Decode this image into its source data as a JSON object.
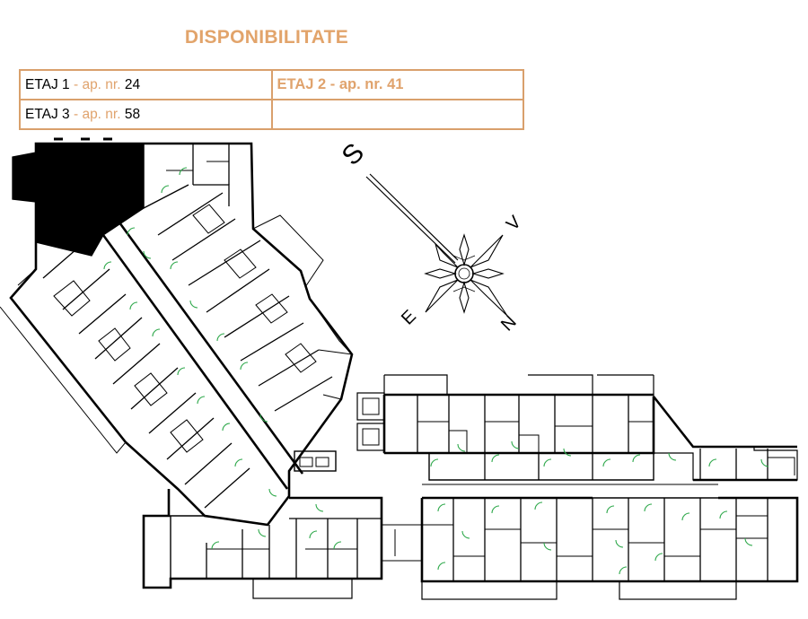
{
  "title": "DISPONIBILITATE",
  "availability": [
    {
      "floor": "ETAJ 1",
      "separator": " - ap. nr. ",
      "number": "24"
    },
    {
      "floor": "ETAJ 2",
      "separator": " - ap. nr. ",
      "number": "41"
    },
    {
      "floor": "ETAJ 3",
      "separator": " - ap. nr. ",
      "number": "58"
    },
    {
      "floor": "",
      "separator": "",
      "number": ""
    }
  ],
  "compass": {
    "south": "S",
    "north": "N",
    "east": "E",
    "west": "V"
  },
  "colors": {
    "accent": "#E0A36D",
    "walls": "#000000",
    "doors": "#2DA84A",
    "highlight": "#000000"
  }
}
